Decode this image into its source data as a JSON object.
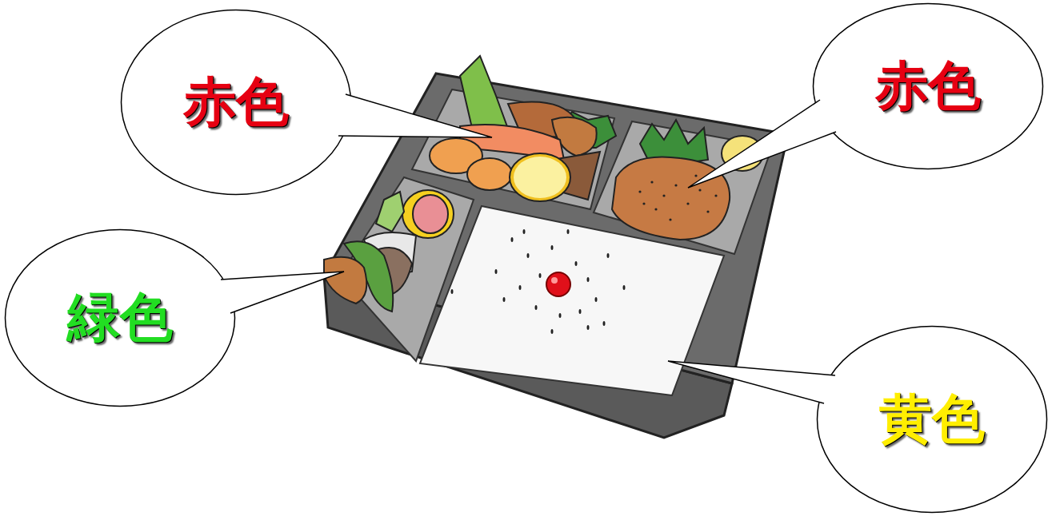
{
  "diagram": {
    "nodes": [
      {
        "text": [
          "赤色"
        ]
      },
      {
        "text": [
          "赤色"
        ]
      },
      {
        "text": [
          "緑色"
        ]
      },
      {
        "text": [
          "黄色"
        ]
      }
    ]
  }
}
